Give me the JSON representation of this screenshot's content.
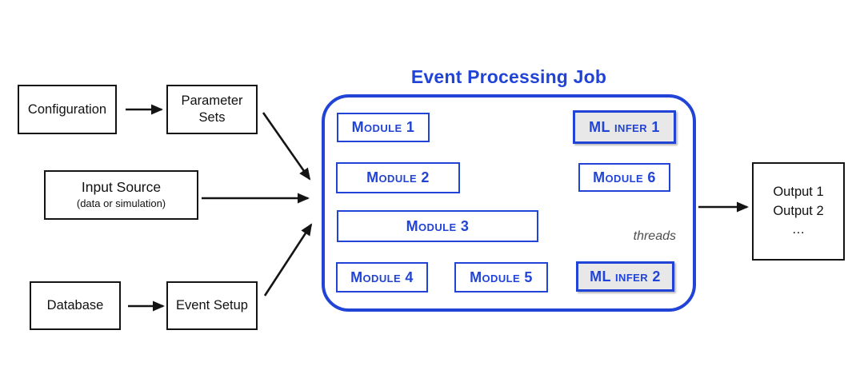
{
  "diagram": {
    "title": "Event Processing Job",
    "left_flow": {
      "configuration": "Configuration",
      "parameter_sets": "Parameter Sets",
      "input_source": "Input Source",
      "input_source_subtitle": "(data or simulation)",
      "database": "Database",
      "event_setup": "Event Setup"
    },
    "job": {
      "module1": "Module 1",
      "module2": "Module 2",
      "module3": "Module 3",
      "module4": "Module 4",
      "module5": "Module 5",
      "module6": "Module 6",
      "ml_infer1": "ML infer 1",
      "ml_infer2": "ML infer 2",
      "threads_label": "threads"
    },
    "outputs": [
      "Output 1",
      "Output 2",
      "…"
    ],
    "colors": {
      "accent_blue": "#2144d6",
      "ml_box_fill": "#e8e8e8",
      "box_border_black": "#141414",
      "threads_gray": "#4d4d4d"
    }
  }
}
